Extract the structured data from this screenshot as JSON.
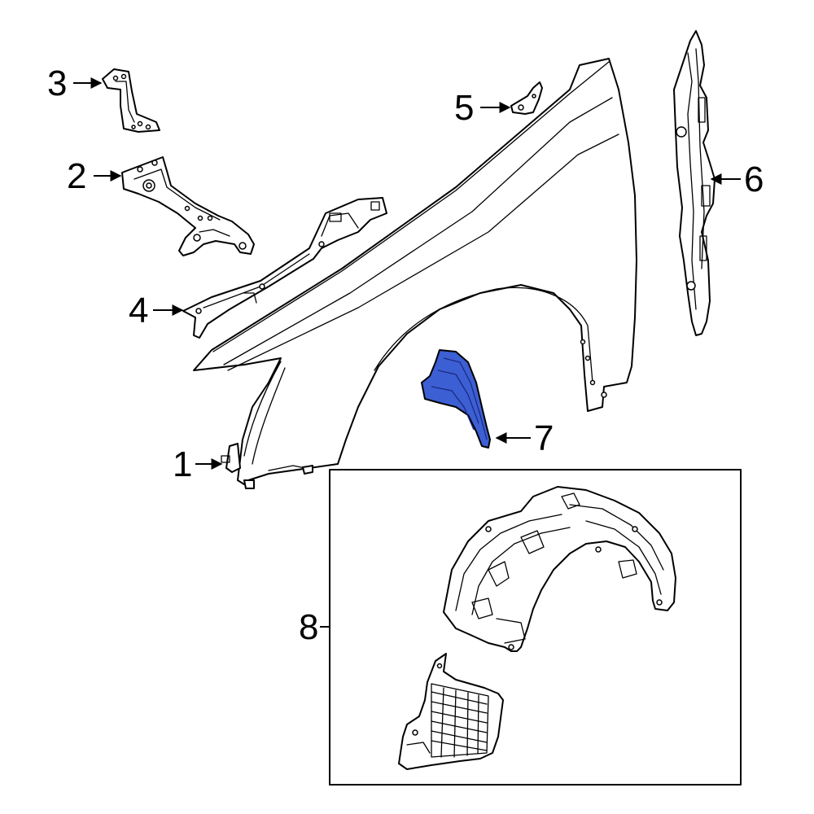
{
  "callouts": [
    {
      "id": "1",
      "label": "1"
    },
    {
      "id": "2",
      "label": "2"
    },
    {
      "id": "3",
      "label": "3"
    },
    {
      "id": "4",
      "label": "4"
    },
    {
      "id": "5",
      "label": "5"
    },
    {
      "id": "6",
      "label": "6"
    },
    {
      "id": "7",
      "label": "7"
    },
    {
      "id": "8",
      "label": "8"
    }
  ],
  "colors": {
    "highlight": "#3d5fd4",
    "line": "#000000",
    "background": "#ffffff"
  }
}
